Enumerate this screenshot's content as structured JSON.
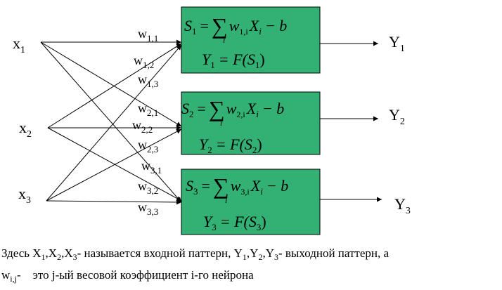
{
  "inputs": [
    {
      "base": "x",
      "sub": "1"
    },
    {
      "base": "x",
      "sub": "2"
    },
    {
      "base": "x",
      "sub": "3"
    }
  ],
  "outputs": [
    {
      "base": "Y",
      "sub": "1"
    },
    {
      "base": "Y",
      "sub": "2"
    },
    {
      "base": "Y",
      "sub": "3"
    }
  ],
  "weights": [
    {
      "base": "w",
      "sub": "1,1"
    },
    {
      "base": "w",
      "sub": "1,2"
    },
    {
      "base": "w",
      "sub": "1,3"
    },
    {
      "base": "w",
      "sub": "2,1"
    },
    {
      "base": "w",
      "sub": "2,2"
    },
    {
      "base": "w",
      "sub": "2,3"
    },
    {
      "base": "w",
      "sub": "3,1"
    },
    {
      "base": "w",
      "sub": "3,2"
    },
    {
      "base": "w",
      "sub": "3,3"
    }
  ],
  "neurons": [
    {
      "sum": {
        "S": "S",
        "S_sub": "1",
        "eq": "=",
        "sigma": "∑",
        "idx": "i",
        "w": "w",
        "w_sub": "1,i",
        "X": "X",
        "X_sub": "i",
        "minus_b": "− b"
      },
      "act": {
        "Y": "Y",
        "Y_sub": "1",
        "rest": "= F(S",
        "S_sub": "1",
        "close": ")"
      }
    },
    {
      "sum": {
        "S": "S",
        "S_sub": "2",
        "eq": "=",
        "sigma": "∑",
        "idx": "i",
        "w": "w",
        "w_sub": "2,i",
        "X": "X",
        "X_sub": "i",
        "minus_b": "− b"
      },
      "act": {
        "Y": "Y",
        "Y_sub": "2",
        "rest": "= F(S",
        "S_sub": "2",
        "close": ")"
      }
    },
    {
      "sum": {
        "S": "S",
        "S_sub": "3",
        "eq": "=",
        "sigma": "∑",
        "idx": "i",
        "w": "w",
        "w_sub": "3,i",
        "X": "X",
        "X_sub": "i",
        "minus_b": "− b"
      },
      "act": {
        "Y": "Y",
        "Y_sub": "3",
        "rest": "= F(S",
        "S_sub": "3",
        "close": ")"
      }
    }
  ],
  "caption": {
    "line1": {
      "p0": "Здесь X",
      "s1": "1",
      "p1": ",X",
      "s2": "2",
      "p2": ",X",
      "s3": "3",
      "p3": "- называется входной паттерн, Y",
      "s4": "1",
      "p4": ",Y",
      "s5": "2",
      "p5": ",Y",
      "s6": "3",
      "p6": "- выходной паттерн, а"
    },
    "line2": {
      "p0": "w",
      "s1": "i,j",
      "p1": "-    это j-ый весовой коэффициент i-го нейрона"
    }
  },
  "colors": {
    "box_fill": "#33b073",
    "line": "#000000"
  }
}
